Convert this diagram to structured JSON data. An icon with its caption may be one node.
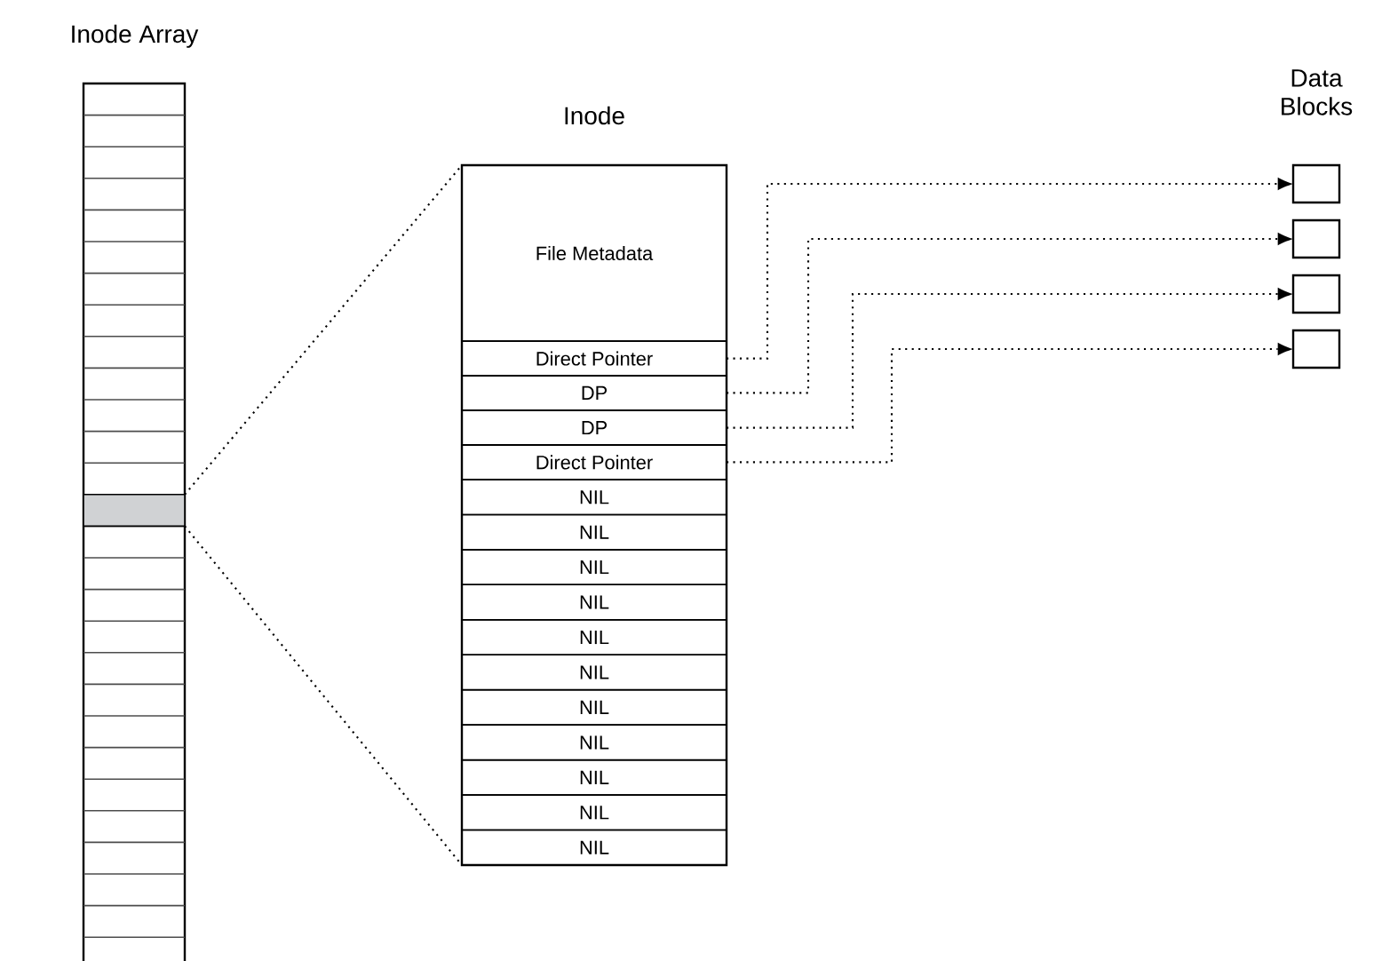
{
  "diagram": {
    "nodes": [
      {
        "text": [
          "Inode Array"
        ]
      },
      {
        "text": [],
        "shape": "box",
        "in": 0
      },
      {
        "text": [
          "Inode"
        ]
      },
      {
        "text": [
          "File Metadata"
        ],
        "in": 2
      },
      {
        "text": [
          "Direct Pointer"
        ],
        "in": 2
      },
      {
        "text": [
          "DP"
        ],
        "in": 2
      },
      {
        "text": [
          "DP"
        ],
        "in": 2
      },
      {
        "text": [
          "Direct Pointer"
        ],
        "in": 2
      },
      {
        "text": [
          "NIL"
        ],
        "in": 2
      },
      {
        "text": [
          "NIL"
        ],
        "in": 2
      },
      {
        "text": [
          "NIL"
        ],
        "in": 2
      },
      {
        "text": [
          "NIL"
        ],
        "in": 2
      },
      {
        "text": [
          "NIL"
        ],
        "in": 2
      },
      {
        "text": [
          "NIL"
        ],
        "in": 2
      },
      {
        "text": [
          "NIL"
        ],
        "in": 2
      },
      {
        "text": [
          "NIL"
        ],
        "in": 2
      },
      {
        "text": [
          "NIL"
        ],
        "in": 2
      },
      {
        "text": [
          "NIL"
        ],
        "in": 2
      },
      {
        "text": [
          "NIL"
        ],
        "in": 2
      },
      {
        "text": [],
        "shape": "box"
      },
      {
        "text": [],
        "shape": "box"
      },
      {
        "text": [],
        "shape": "box"
      },
      {
        "text": [],
        "shape": "box"
      }
    ],
    "edges": [
      {
        "from": 1,
        "to": 2,
        "arrow": "none"
      },
      {
        "from": 1,
        "to": 2,
        "arrow": "none"
      },
      {
        "from": 4,
        "to": 19,
        "arrow": "to"
      },
      {
        "from": 5,
        "to": 20,
        "arrow": "to"
      },
      {
        "from": 6,
        "to": 21,
        "arrow": "to"
      },
      {
        "from": 7,
        "to": 22,
        "arrow": "to"
      }
    ],
    "labels": [
      "Data Blocks"
    ]
  }
}
